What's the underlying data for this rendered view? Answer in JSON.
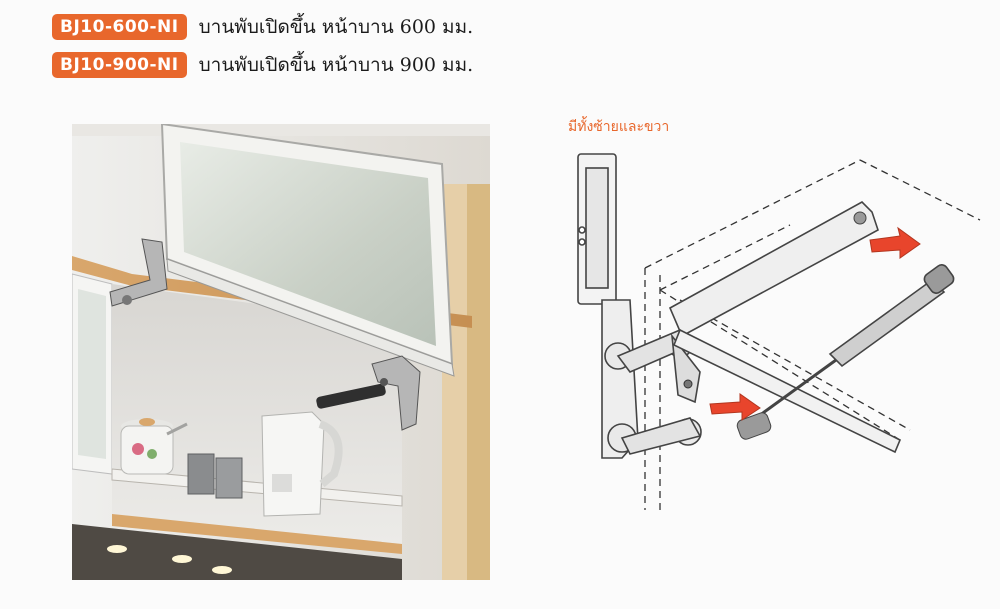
{
  "products": [
    {
      "code": "BJ10-600-NI",
      "description": "บานพับเปิดขึ้น หน้าบาน 600 มม."
    },
    {
      "code": "BJ10-900-NI",
      "description": "บานพับเปิดขึ้น หน้าบาน 900 มม."
    }
  ],
  "diagram": {
    "caption": "มีทั้งซ้ายและขวา"
  },
  "colors": {
    "badge": "#e8672c",
    "caption": "#e8672c",
    "arrow": "#e8452c"
  }
}
